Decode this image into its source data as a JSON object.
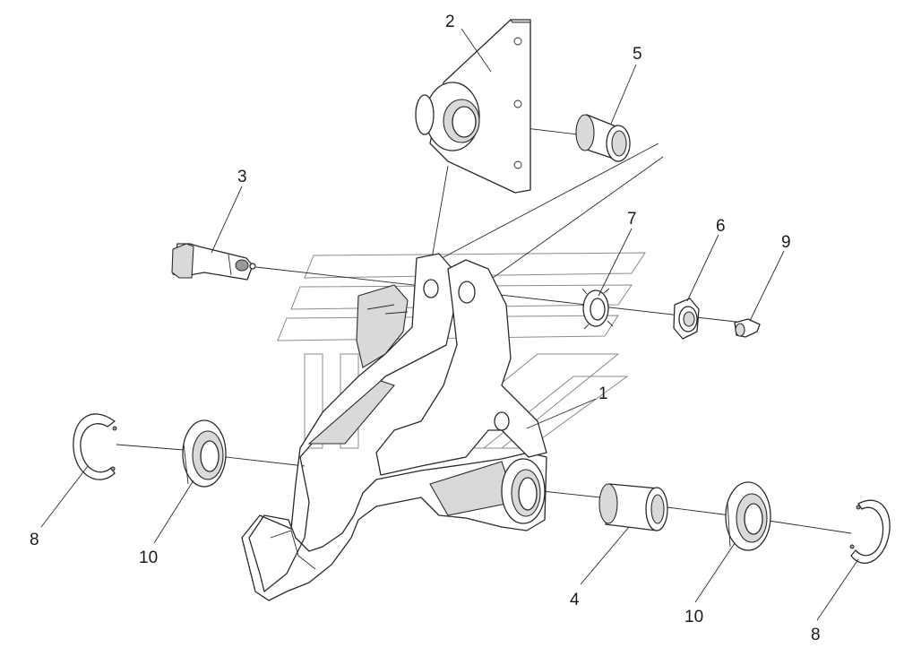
{
  "diagram": {
    "callouts": [
      {
        "id": "c1",
        "text": "1"
      },
      {
        "id": "c2",
        "text": "2"
      },
      {
        "id": "c3",
        "text": "3"
      },
      {
        "id": "c4",
        "text": "4"
      },
      {
        "id": "c5",
        "text": "5"
      },
      {
        "id": "c6",
        "text": "6"
      },
      {
        "id": "c7",
        "text": "7"
      },
      {
        "id": "c8a",
        "text": "8"
      },
      {
        "id": "c8b",
        "text": "8"
      },
      {
        "id": "c9",
        "text": "9"
      },
      {
        "id": "c10a",
        "text": "10"
      },
      {
        "id": "c10b",
        "text": "10"
      }
    ]
  }
}
